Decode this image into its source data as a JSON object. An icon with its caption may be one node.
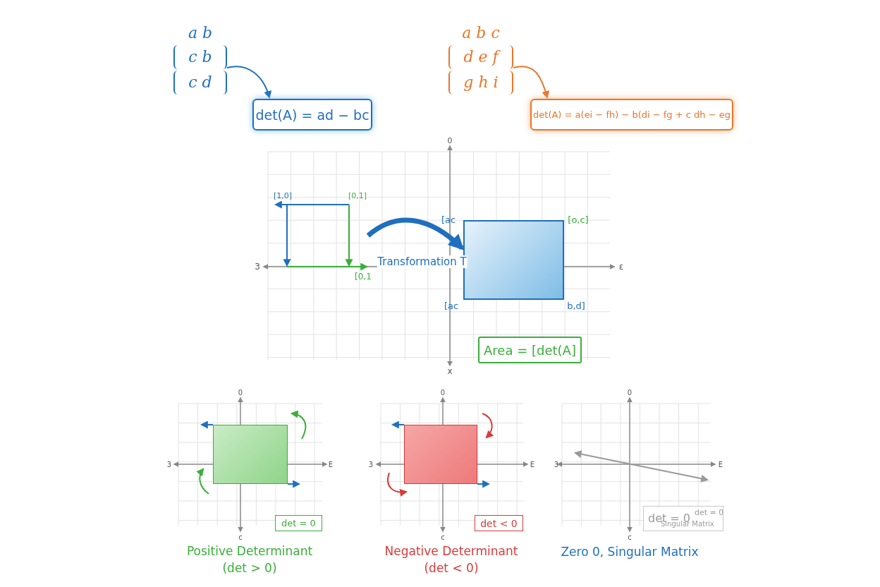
{
  "diagram": {
    "nodes": [
      {
        "text": [
          "a b",
          "c b",
          "c d"
        ]
      },
      {
        "text": [
          "det(A) = ad − bc"
        ]
      },
      {
        "text": [
          "a b c",
          "d e f",
          "g h i"
        ]
      },
      {
        "text": [
          "det(A) = a(ei − fh) − b(di − fg + c dh − eg"
        ]
      },
      {
        "text": [],
        "shape": "box",
        "beside": [
          "[1,0]",
          "[0,1]",
          "[0,1"
        ]
      },
      {
        "text": [],
        "shape": "box"
      },
      {
        "text": [
          "Area = [det(A]"
        ]
      },
      {
        "text": [
          "det = 0"
        ]
      },
      {
        "text": [
          "det < 0"
        ]
      },
      {
        "text": [
          "det = 0",
          "det = 0",
          "Singular Matrix"
        ]
      },
      {
        "text": [],
        "shape": "box"
      },
      {
        "text": [],
        "shape": "box"
      }
    ],
    "edges": [
      {
        "from": 0,
        "to": 1,
        "arrow": "to"
      },
      {
        "from": 2,
        "to": 3,
        "arrow": "to",
        "color": "#e8762b"
      },
      {
        "from": 4,
        "to": 5,
        "arrow": "to",
        "label": "Transformation T",
        "style": "thick"
      }
    ],
    "labels": [
      "0",
      "3",
      "ε",
      "x",
      "[ac",
      "[o,c]",
      "[ac",
      "b,d]",
      "0",
      "3",
      "E",
      "c",
      "0",
      "3",
      "E",
      "c",
      "0",
      "3",
      "E",
      "c",
      "Positive Determinant (det > 0)",
      "Negative Determinant (det < 0)",
      "Zero 0, Singular Matrix"
    ]
  }
}
